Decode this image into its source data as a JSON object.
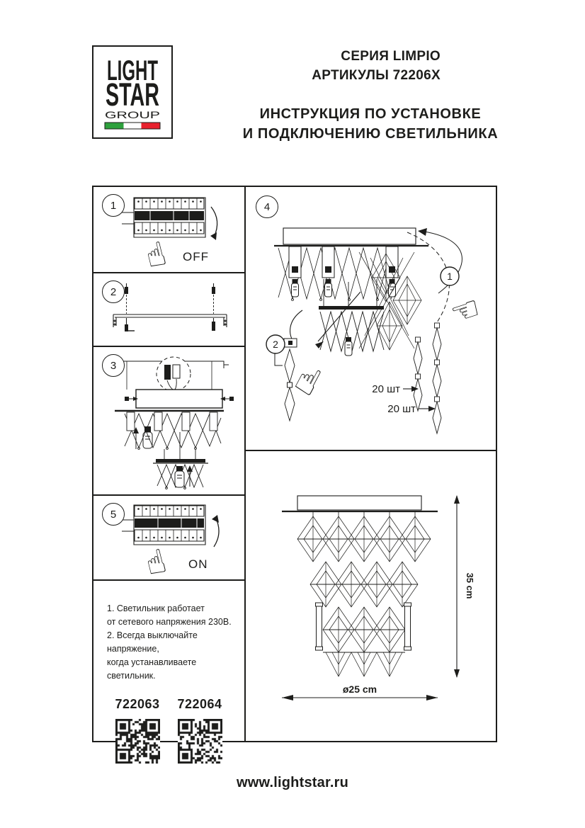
{
  "header": {
    "series": "СЕРИЯ LIMPIO",
    "articles": "АРТИКУЛЫ 72206X",
    "title_line1": "ИНСТРУКЦИЯ ПО УСТАНОВКЕ",
    "title_line2": "И ПОДКЛЮЧЕНИЮ СВЕТИЛЬНИКА"
  },
  "logo": {
    "word1": "LIGHT",
    "word2": "STAR",
    "word3": "GROUP",
    "flag_green": "#2ea13d",
    "flag_white": "#ffffff",
    "flag_red": "#e8212e"
  },
  "steps": {
    "step1": {
      "number": "1",
      "switch_label": "OFF"
    },
    "step2": {
      "number": "2"
    },
    "step3": {
      "number": "3"
    },
    "step4": {
      "number": "4",
      "callout_1": "1",
      "callout_2": "2",
      "qty_label_1": "20 шт",
      "qty_label_2": "20 шт"
    },
    "step5": {
      "number": "5",
      "switch_label": "ON"
    }
  },
  "notes": {
    "line1": "1. Светильник работает",
    "line2": "от сетевого напряжения 230В.",
    "line3": "2. Всегда выключайте напряжение,",
    "line4": "когда устанавливаете светильник."
  },
  "products": [
    {
      "article": "722063"
    },
    {
      "article": "722064"
    }
  ],
  "dimensions": {
    "height_label": "35 cm",
    "diameter_label": "ø25 cm"
  },
  "footer": {
    "url": "www.lightstar.ru"
  },
  "colors": {
    "ink": "#1d1d1b"
  }
}
